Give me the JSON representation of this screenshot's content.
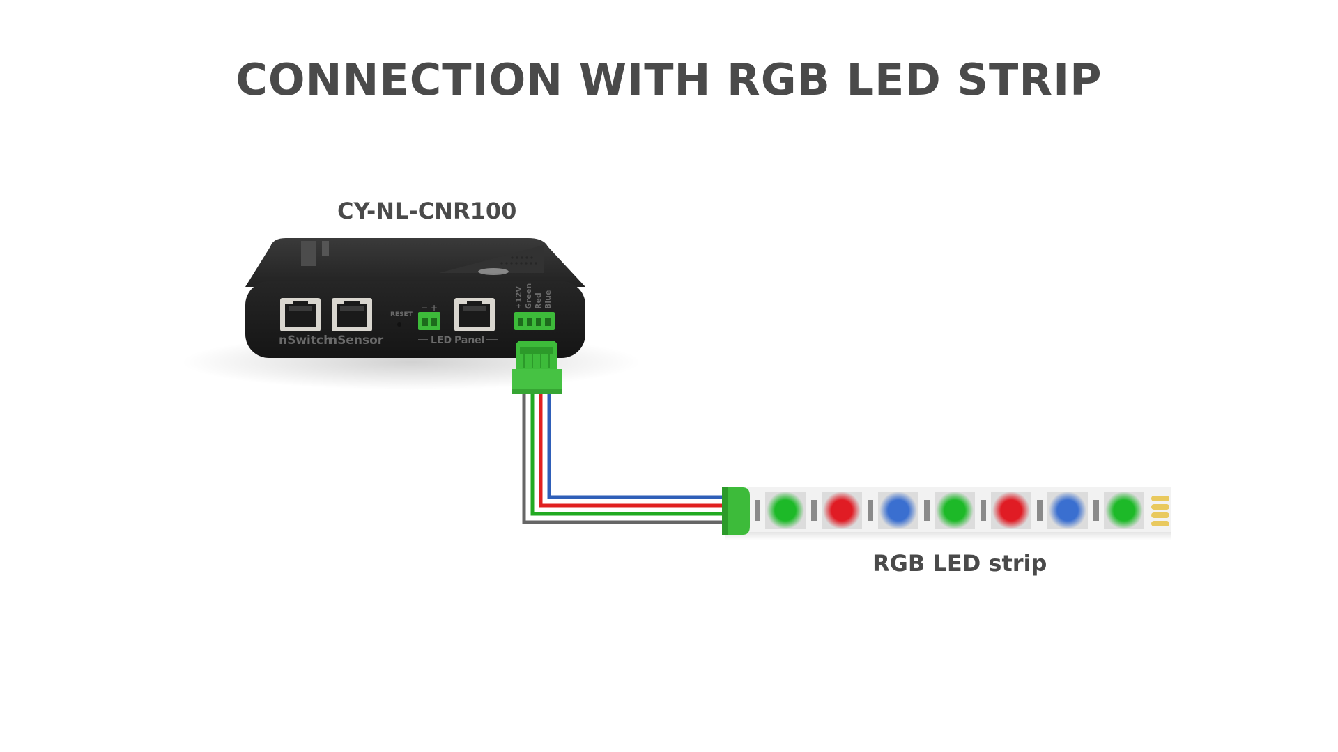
{
  "title": "CONNECTION WITH RGB LED STRIP",
  "device": {
    "name": "CY-NL-CNR100",
    "port_labels": {
      "nswitch": "nSwitch",
      "nsensor": "nSensor",
      "reset": "RESET",
      "led": "LED",
      "panel": "Panel",
      "terminal_12v": "+12V",
      "terminal_green": "Green",
      "terminal_red": "Red",
      "terminal_blue": "Blue",
      "led_polarity_minus": "−",
      "led_polarity_plus": "+"
    }
  },
  "strip": {
    "label": "RGB LED strip",
    "led_sequence": [
      "green",
      "red",
      "blue",
      "green",
      "red",
      "blue",
      "green"
    ]
  },
  "colors": {
    "device_body": "#2a2a2a",
    "connector_green": "#3dbb3a",
    "wire_12v": "#666666",
    "wire_green": "#22aa22",
    "wire_red": "#e02020",
    "wire_blue": "#2f5fb8",
    "led_green": "#1db928",
    "led_red": "#e01c24",
    "led_blue": "#3a6fd0"
  }
}
